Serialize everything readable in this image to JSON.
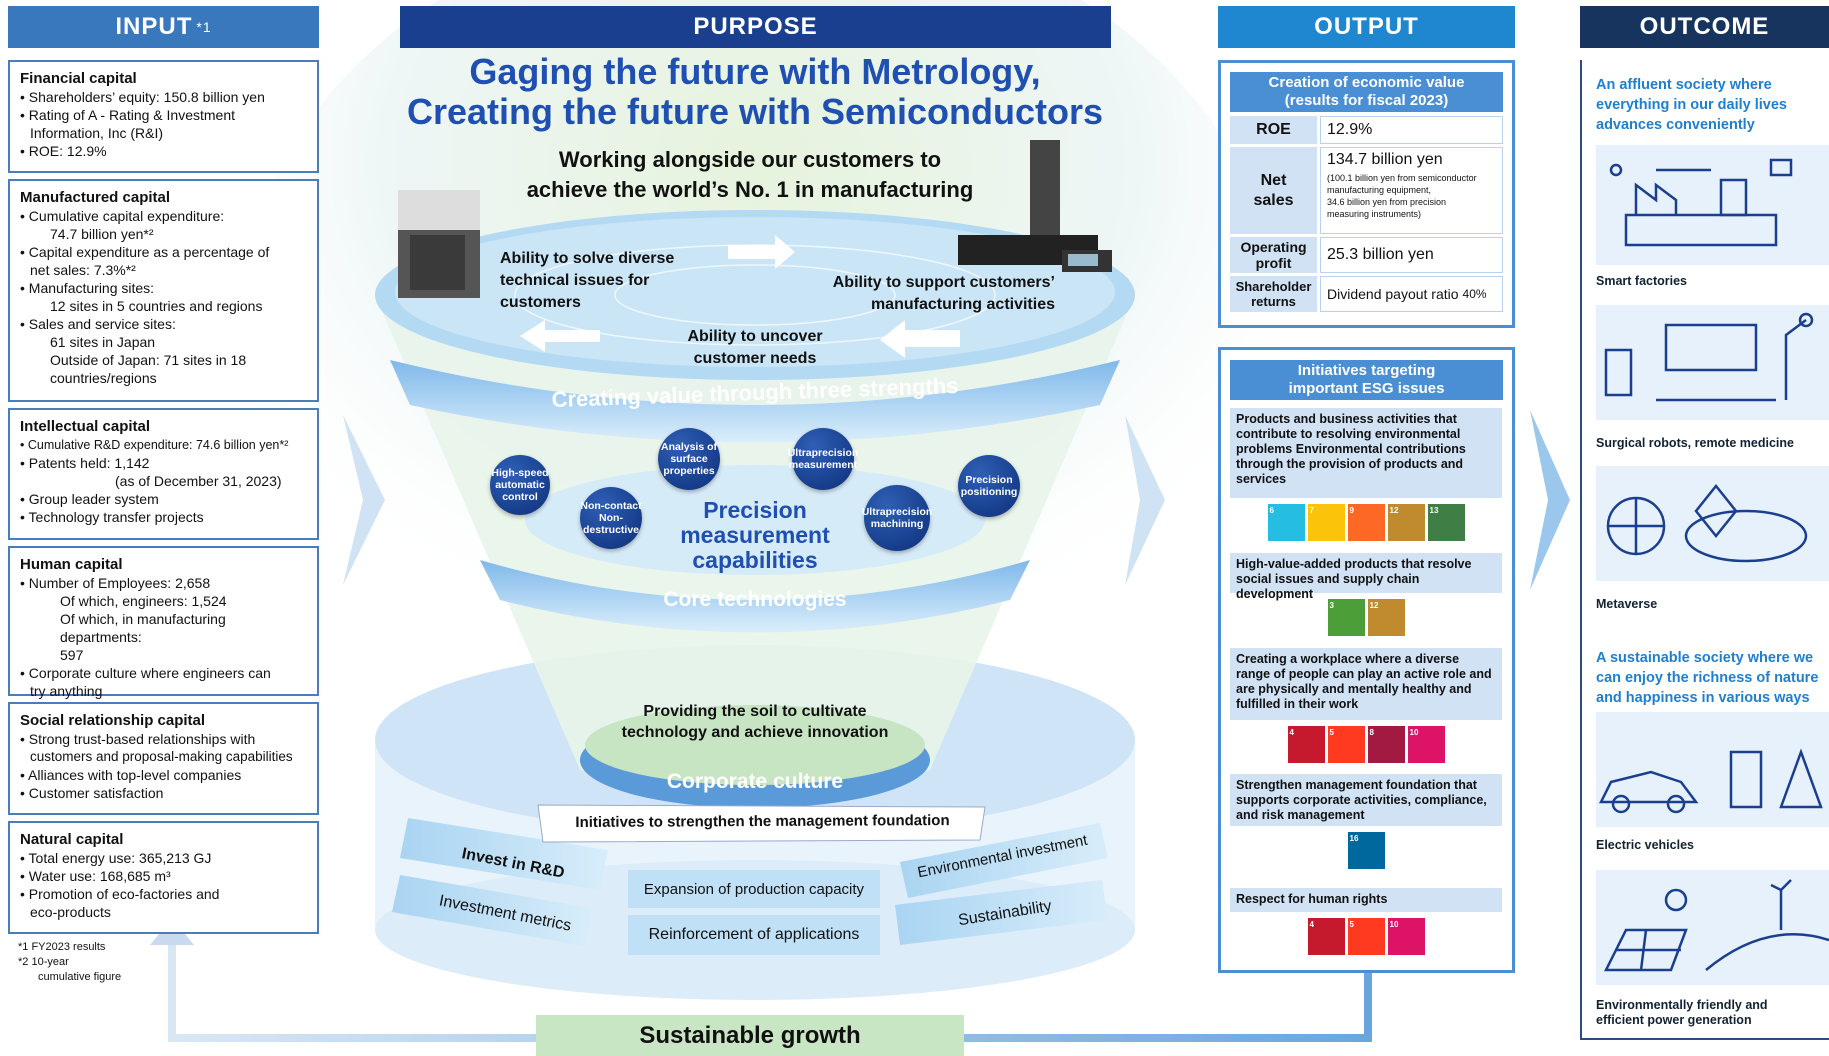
{
  "headers": {
    "input": "INPUT",
    "input_sup": "*1",
    "purpose": "PURPOSE",
    "output": "OUTPUT",
    "outcome": "OUTCOME"
  },
  "colors": {
    "input_header": "#3a78be",
    "purpose_header": "#1a3f8f",
    "output_header": "#1f86d0",
    "outcome_header": "#17345f",
    "panel_border": "#4a8fd4",
    "title_blue": "#1f4fb0",
    "accent_text": "#1f7fcf"
  },
  "input": {
    "financial": {
      "title": "Financial capital",
      "l1": "• Shareholders’ equity: 150.8 billion yen",
      "l2": "• Rating of A - Rating & Investment",
      "l3": "Information, Inc (R&I)",
      "l4": "• ROE: 12.9%"
    },
    "manufactured": {
      "title": "Manufactured capital",
      "l1": "• Cumulative capital expenditure:",
      "l2": "74.7 billion yen*²",
      "l3": "• Capital expenditure as a percentage of",
      "l4": "net sales: 7.3%*²",
      "l5": "• Manufacturing sites:",
      "l6": "12 sites in 5 countries and regions",
      "l7": "• Sales and service sites:",
      "l8": "61 sites in Japan",
      "l9": "Outside of Japan: 71 sites in 18",
      "l10": "countries/regions"
    },
    "intellectual": {
      "title": "Intellectual capital",
      "l1": "• Cumulative R&D expenditure: 74.6 billion yen*²",
      "l2": "• Patents held: 1,142",
      "l3": "(as of December 31, 2023)",
      "l4": "• Group leader system",
      "l5": "• Technology transfer projects"
    },
    "human": {
      "title": "Human capital",
      "l1": "• Number of Employees: 2,658",
      "l2": "Of which, engineers: 1,524",
      "l3": "Of which, in manufacturing departments:",
      "l4": "597",
      "l5": "• Corporate culture where engineers can",
      "l6": "try anything"
    },
    "social": {
      "title": "Social relationship capital",
      "l1": "• Strong trust-based relationships with",
      "l2": "customers and proposal-making capabilities",
      "l3": "• Alliances with top-level companies",
      "l4": "• Customer satisfaction"
    },
    "natural": {
      "title": "Natural capital",
      "l1": "• Total energy use: 365,213 GJ",
      "l2": "• Water use: 168,685 m³",
      "l3": "• Promotion of eco-factories and",
      "l4": "eco-products"
    },
    "notes": {
      "n1": "*1 FY2023 results",
      "n2": "*2 10-year",
      "n3": "cumulative figure"
    }
  },
  "purpose": {
    "title1": "Gaging the future with Metrology,",
    "title2": "Creating the future with Semiconductors",
    "sub1": "Working alongside our customers to",
    "sub2": "achieve the world’s No. 1 in manufacturing",
    "strength1a": "Ability to solve diverse",
    "strength1b": "technical issues for",
    "strength1c": "customers",
    "strength2a": "Ability to support customers’",
    "strength2b": "manufacturing activities",
    "strength3a": "Ability to uncover",
    "strength3b": "customer needs",
    "band1": "Creating value through three strengths",
    "tech": [
      "High-speed automatic control",
      "Non-contact Non-destructive",
      "Analysis of surface properties",
      "Ultraprecision measurement",
      "Ultraprecision machining",
      "Precision positioning"
    ],
    "core1": "Precision",
    "core2": "measurement",
    "core3": "capabilities",
    "band2": "Core technologies",
    "soil1": "Providing the soil to cultivate",
    "soil2": "technology and achieve innovation",
    "band3": "Corporate culture",
    "init_title": "Initiatives to strengthen the management foundation",
    "tags": [
      "Invest in R&D",
      "Expansion of production capacity",
      "Environmental investment",
      "Investment metrics",
      "Reinforcement of applications",
      "Sustainability"
    ],
    "growth": "Sustainable growth"
  },
  "output": {
    "econ_title1": "Creation of economic value",
    "econ_title2": "(results for fiscal 2023)",
    "roe_label": "ROE",
    "roe_value": "12.9%",
    "sales_label1": "Net",
    "sales_label2": "sales",
    "sales_value": "134.7 billion yen",
    "sales_note1": "(100.1 billion yen from semiconductor",
    "sales_note2": "manufacturing equipment,",
    "sales_note3": "34.6 billion yen from precision",
    "sales_note4": "measuring instruments)",
    "op_label1": "Operating",
    "op_label2": "profit",
    "op_value": "25.3 billion yen",
    "sh_label1": "Shareholder",
    "sh_label2": "returns",
    "sh_value": "Dividend payout ratio",
    "sh_value2": "40%",
    "esg_title1": "Initiatives targeting",
    "esg_title2": "important ESG issues",
    "esg": [
      {
        "text": "Products and business activities that contribute to resolving environmental problems Environmental contributions through the provision of products and services",
        "sdgs": [
          "6",
          "7",
          "9",
          "12",
          "13"
        ]
      },
      {
        "text": "High-value-added products that resolve social issues and supply chain development",
        "sdgs": [
          "3",
          "12"
        ]
      },
      {
        "text": "Creating a workplace where a diverse range of people can play an active role and are physically and mentally healthy and fulfilled in their work",
        "sdgs": [
          "4",
          "5",
          "8",
          "10"
        ]
      },
      {
        "text": "Strengthen management foundation that supports corporate activities, compliance, and risk management",
        "sdgs": [
          "16"
        ]
      },
      {
        "text": "Respect for human rights",
        "sdgs": [
          "4",
          "5",
          "10"
        ]
      }
    ]
  },
  "outcome": {
    "s1a": "An affluent society where",
    "s1b": "everything in our daily lives",
    "s1c": "advances conveniently",
    "c1": "Smart factories",
    "c2": "Surgical robots, remote medicine",
    "c3": "Metaverse",
    "s2a": "A sustainable society where we",
    "s2b": "can enjoy the richness of nature",
    "s2c": "and happiness in various ways",
    "c4": "Electric vehicles",
    "c5a": "Environmentally friendly and",
    "c5b": "efficient power generation"
  }
}
